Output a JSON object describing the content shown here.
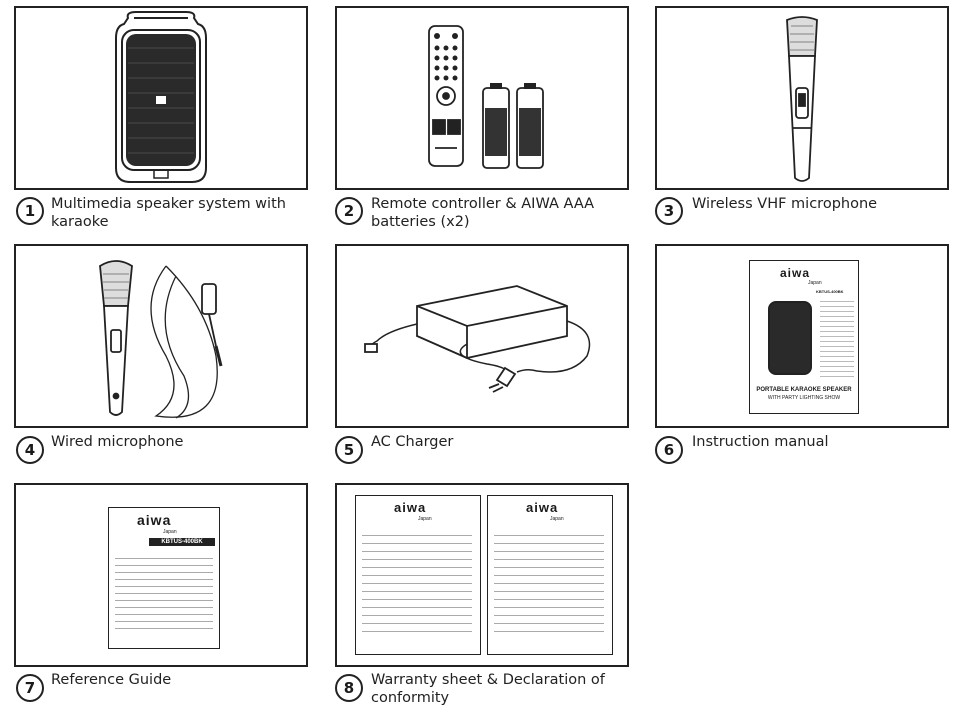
{
  "items": [
    {
      "number": "1",
      "label_line1": "Multimedia speaker system with",
      "label_line2": "karaoke"
    },
    {
      "number": "2",
      "label_line1": "Remote controller & AIWA AAA",
      "label_line2": "batteries (x2)"
    },
    {
      "number": "3",
      "label_line1": "Wireless VHF microphone",
      "label_line2": ""
    },
    {
      "number": "4",
      "label_line1": "Wired microphone",
      "label_line2": ""
    },
    {
      "number": "5",
      "label_line1": "AC Charger",
      "label_line2": ""
    },
    {
      "number": "6",
      "label_line1": "Instruction manual",
      "label_line2": ""
    },
    {
      "number": "7",
      "label_line1": "Reference Guide",
      "label_line2": ""
    },
    {
      "number": "8",
      "label_line1": "Warranty sheet & Declaration of",
      "label_line2": "conformity"
    }
  ],
  "manual": {
    "brand": "aiwa",
    "brand_sub": "Japan",
    "model": "KBTUS-400BK",
    "caption_line1": "PORTABLE KARAOKE SPEAKER",
    "caption_line2": "WITH PARTY LIGHTING SHOW"
  },
  "reference_guide": {
    "brand": "aiwa",
    "brand_sub": "Japan",
    "model": "KBTUS-400BK"
  },
  "warranty": {
    "brand": "aiwa",
    "brand_sub": "Japan"
  },
  "icon_colors": {
    "line": "#222222",
    "battery_dark": "#333333"
  }
}
